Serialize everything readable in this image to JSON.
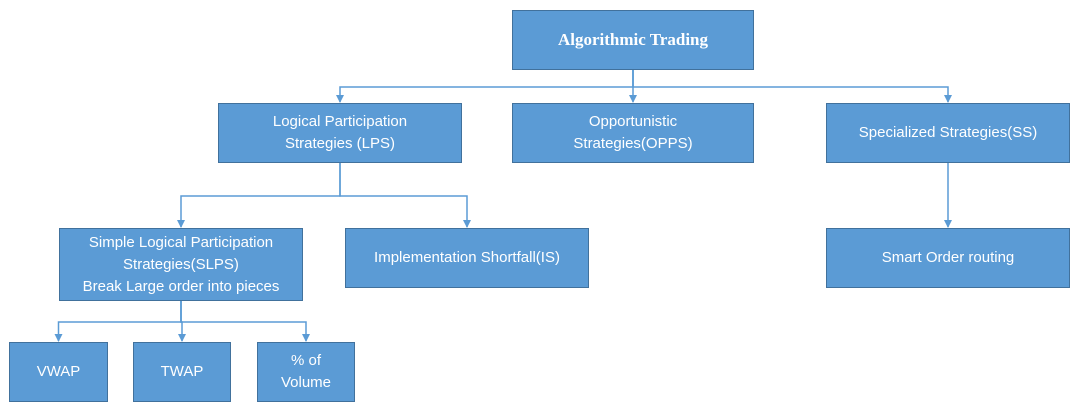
{
  "diagram": {
    "nodes": {
      "root": {
        "lines": [
          "Algorithmic Trading"
        ]
      },
      "lps": {
        "lines": [
          "Logical Participation",
          "Strategies (LPS)"
        ]
      },
      "opps": {
        "lines": [
          "Opportunistic",
          "Strategies(OPPS)"
        ]
      },
      "ss": {
        "lines": [
          "Specialized Strategies(SS)"
        ]
      },
      "slps": {
        "lines": [
          "Simple Logical Participation",
          "Strategies(SLPS)",
          "Break Large order into pieces"
        ]
      },
      "is": {
        "lines": [
          "Implementation Shortfall(IS)"
        ]
      },
      "sor": {
        "lines": [
          "Smart Order routing"
        ]
      },
      "vwap": {
        "lines": [
          "VWAP"
        ]
      },
      "twap": {
        "lines": [
          "TWAP"
        ]
      },
      "vol": {
        "lines": [
          "% of",
          "Volume"
        ]
      }
    },
    "edges": [
      [
        "root",
        "lps"
      ],
      [
        "root",
        "opps"
      ],
      [
        "root",
        "ss"
      ],
      [
        "lps",
        "slps"
      ],
      [
        "lps",
        "is"
      ],
      [
        "ss",
        "sor"
      ],
      [
        "slps",
        "vwap"
      ],
      [
        "slps",
        "twap"
      ],
      [
        "slps",
        "vol"
      ]
    ],
    "colors": {
      "node_fill": "#5b9bd5",
      "node_border": "#41719c",
      "node_text": "#ffffff",
      "connector": "#5b9bd5"
    }
  }
}
